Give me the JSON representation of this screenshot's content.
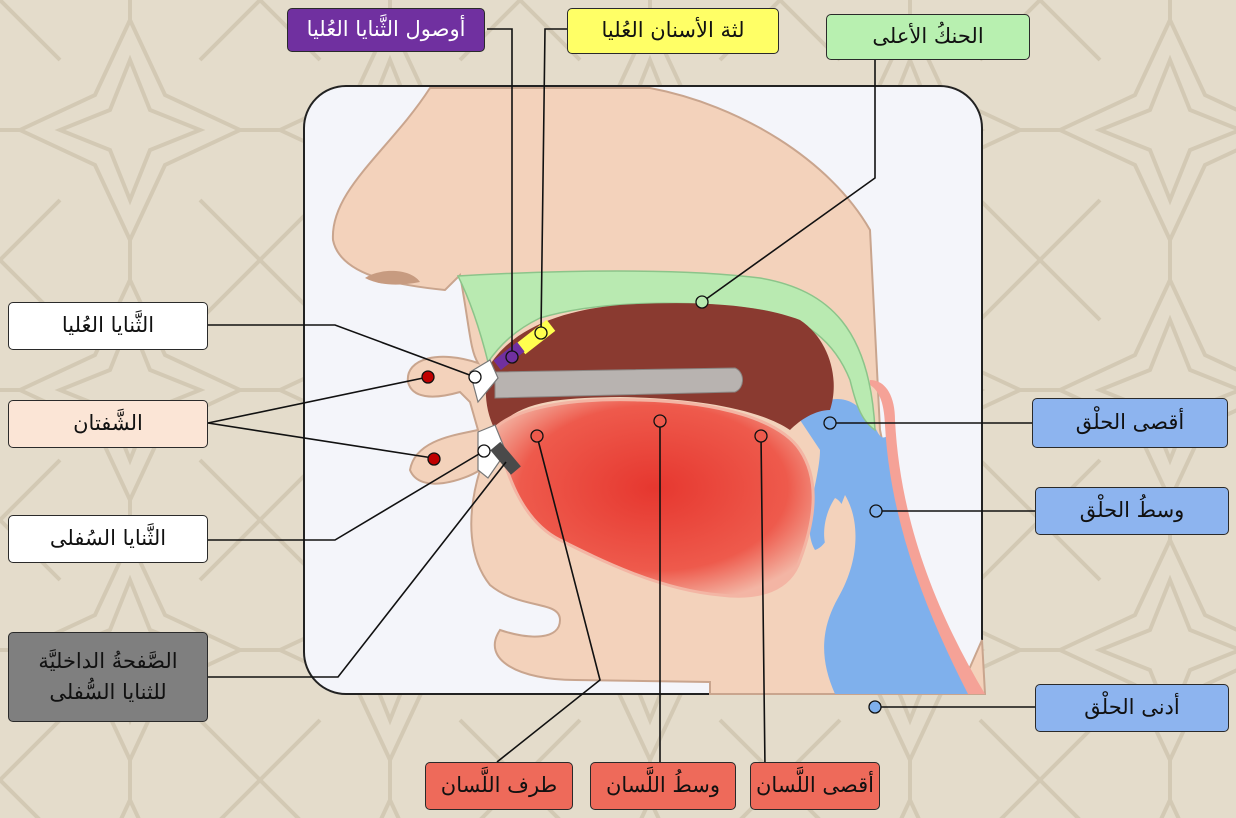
{
  "colors": {
    "background": "#e4dccb",
    "panel": "#f4f5fa",
    "skin": "#f3d2bb",
    "skin_outline": "#c9a58e",
    "palate": "#b9eab1",
    "mouth_cavity": "#8a3a30",
    "tongue": "#e9453b",
    "pharynx": "#7fb0ec",
    "gums": "#f5b0a8",
    "teeth_row": "#b8b3b0",
    "upper_gum_marker": "#ffff4f",
    "upper_tooth_root_marker": "#7030a0",
    "lower_tooth_inner_marker": "#4a4a4a",
    "lip_point": "#c00000",
    "label_purple": "#7030a0",
    "label_yellow": "#ffff66",
    "label_green": "#b8f0b0",
    "label_white": "#ffffff",
    "label_peach": "#fbe5d6",
    "label_gray": "#7f7f7f",
    "label_blue": "#8db4ef",
    "label_red": "#ee6a5a"
  },
  "labels": {
    "roots_upper_incisors": "أوصول الثَّنايا العُليا",
    "gum_upper_teeth": "لثة الأسنان العُليا",
    "hard_palate": "الحنكُ الأعلى",
    "upper_incisors": "الثَّنايا العُليا",
    "lips": "الشَّفتان",
    "lower_incisors": "الثَّنايا السُفلى",
    "inner_surface_line1": "الصَّفحةُ الداخليَّة",
    "inner_surface_line2": "للثنايا السُّفلى",
    "throat_deep": "أقصى الحلْق",
    "throat_middle": "وسطُ الحلْق",
    "throat_near": "أدنى الحلْق",
    "tongue_tip": "طرف اللَّسان",
    "tongue_middle": "وسطُ اللَّسان",
    "tongue_back": "أقصى اللَّسان"
  }
}
